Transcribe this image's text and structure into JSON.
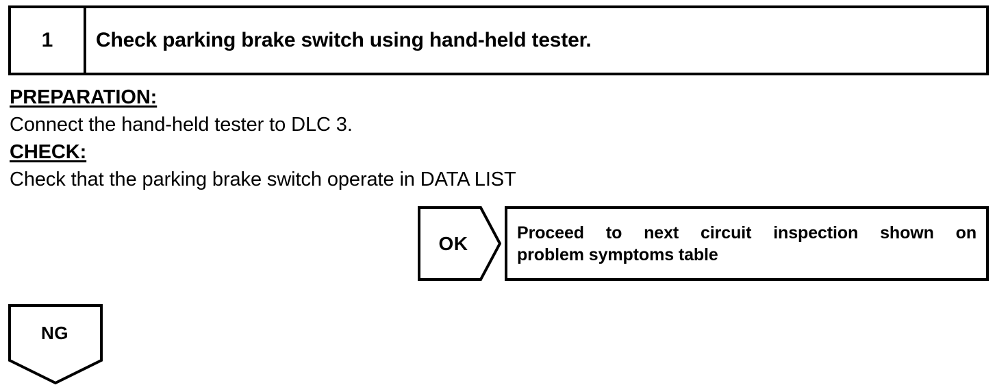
{
  "step": {
    "number": "1",
    "title": "Check parking brake switch using hand-held tester."
  },
  "body": {
    "preparation_heading": "PREPARATION:",
    "preparation_text": "Connect the hand-held tester to DLC 3.",
    "check_heading": "CHECK:",
    "check_text": "Check that the parking brake switch operate in DATA LIST"
  },
  "branches": {
    "ok": {
      "label": "OK",
      "result_line1": "Proceed to next circuit inspection shown on",
      "result_line2": "problem symptoms table"
    },
    "ng": {
      "label": "NG"
    }
  },
  "colors": {
    "ink": "#000000",
    "paper": "#ffffff"
  }
}
